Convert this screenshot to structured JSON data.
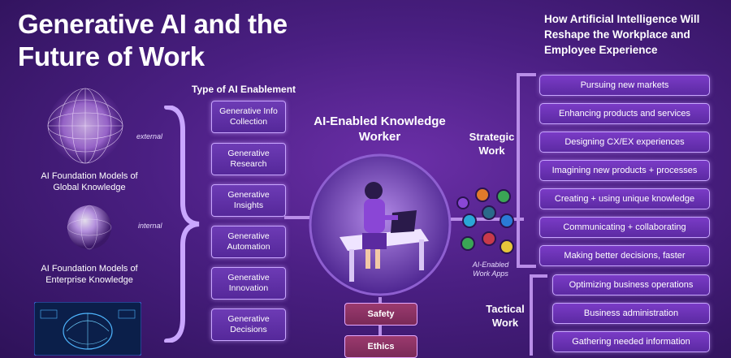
{
  "title": "Generative AI and the Future of Work",
  "right_title": "How Artificial Intelligence Will Reshape the Workplace and Employee Experience",
  "enablement": {
    "title": "Type of AI Enablement",
    "items": [
      "Generative Info Collection",
      "Generative Research",
      "Generative Insights",
      "Generative Automation",
      "Generative Innovation",
      "Generative Decisions"
    ]
  },
  "models": {
    "global_label": "AI Foundation Models of Global Knowledge",
    "enterprise_label": "AI Foundation Models of Enterprise Knowledge",
    "external": "external",
    "internal": "internal"
  },
  "center": {
    "title": "AI-Enabled Knowledge Worker",
    "apps_label": "AI-Enabled Work Apps",
    "safety": "Safety",
    "ethics": "Ethics"
  },
  "strategic": {
    "label": "Strategic Work",
    "items": [
      "Pursuing new markets",
      "Enhancing products and services",
      "Designing CX/EX experiences",
      "Imagining new products + processes",
      "Creating + using unique knowledge",
      "Communicating + collaborating",
      "Making better decisions, faster"
    ]
  },
  "tactical": {
    "label": "Tactical Work",
    "items": [
      "Optimizing business operations",
      "Business administration",
      "Gathering needed information"
    ]
  },
  "colors": {
    "pill_border": "#c9a6ff",
    "accent_purple": "#7a3bc6"
  }
}
